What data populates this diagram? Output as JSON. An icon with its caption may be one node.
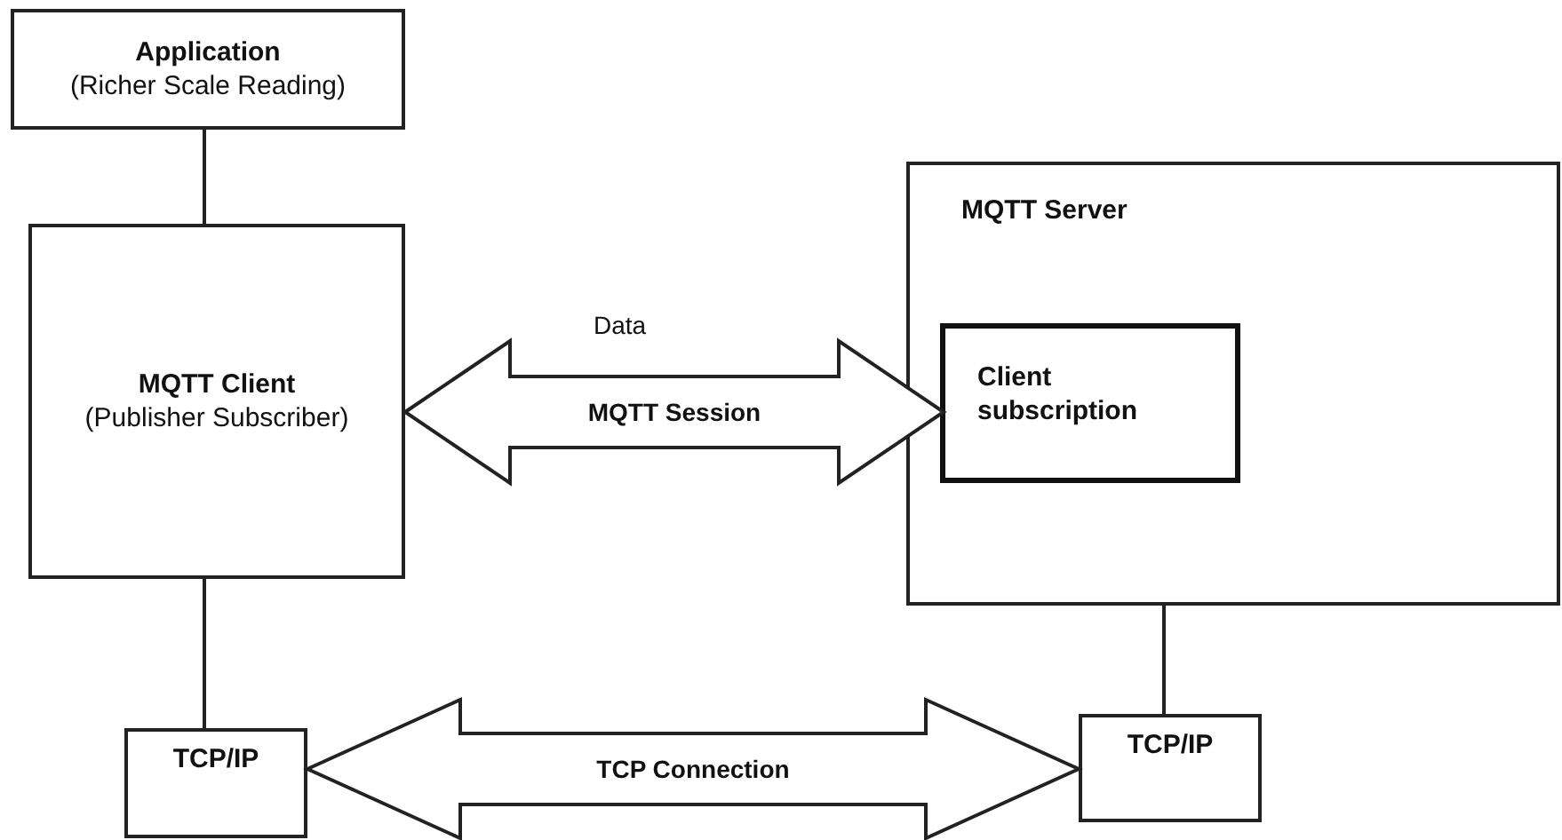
{
  "diagram": {
    "nodes": [
      {
        "text": [
          "Application",
          "(Richer Scale Reading)"
        ]
      },
      {
        "text": [
          "MQTT Client",
          "(Publisher Subscriber)"
        ]
      },
      {
        "text": [
          "MQTT Server"
        ]
      },
      {
        "text": [
          "Client subscription"
        ],
        "in": 2
      },
      {
        "text": [
          "TCP/IP"
        ]
      },
      {
        "text": [
          "TCP/IP"
        ]
      }
    ],
    "edges": [
      {
        "from": 0,
        "to": 1,
        "arrow": "none"
      },
      {
        "from": 1,
        "to": 3,
        "arrow": "both",
        "label": "MQTT Session",
        "style": "thick"
      },
      {
        "from": 1,
        "to": 4,
        "arrow": "none"
      },
      {
        "from": 2,
        "to": 5,
        "arrow": "none"
      },
      {
        "from": 4,
        "to": 5,
        "arrow": "both",
        "label": "TCP Connection",
        "style": "thick"
      }
    ],
    "labels": [
      "Data"
    ]
  }
}
